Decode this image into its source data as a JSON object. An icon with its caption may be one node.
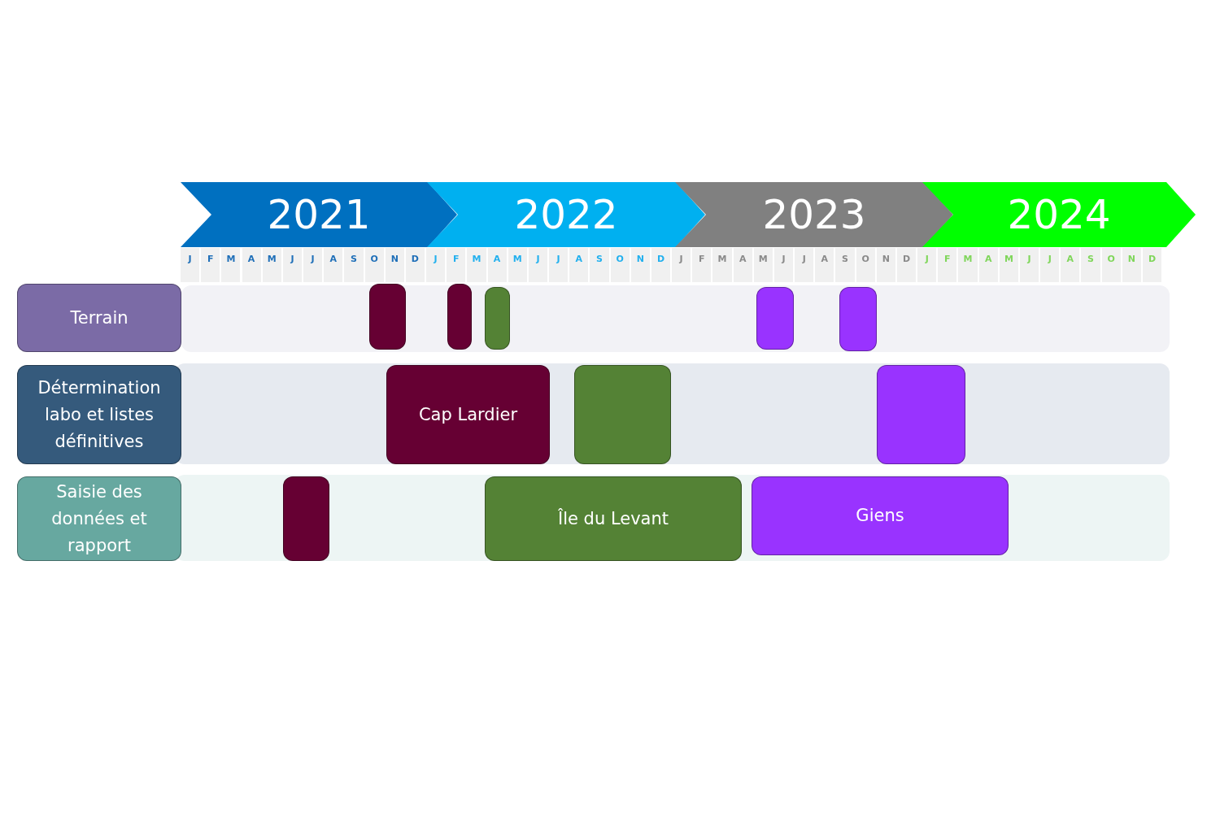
{
  "diagram": {
    "nodes": [
      {
        "text": [
          "2021"
        ]
      },
      {
        "text": [
          "2022"
        ]
      },
      {
        "text": [
          "2023"
        ]
      },
      {
        "text": [
          "2024"
        ]
      },
      {
        "text": [
          "Terrain"
        ]
      },
      {
        "text": [],
        "shape": "bar"
      },
      {
        "text": [],
        "shape": "bar"
      },
      {
        "text": [],
        "shape": "bar"
      },
      {
        "text": [],
        "shape": "bar"
      },
      {
        "text": [],
        "shape": "bar"
      },
      {
        "text": [
          "Détermination labo et listes définitives"
        ]
      },
      {
        "text": [
          "Cap Lardier"
        ]
      },
      {
        "text": [],
        "shape": "bar"
      },
      {
        "text": [],
        "shape": "bar"
      },
      {
        "text": [
          "Saisie des données et rapport"
        ]
      },
      {
        "text": [],
        "shape": "bar"
      },
      {
        "text": [
          "Île du Levant"
        ]
      },
      {
        "text": [
          "Giens"
        ]
      }
    ],
    "labels": [
      "J",
      "F",
      "M",
      "A",
      "M",
      "J",
      "J",
      "A",
      "S",
      "O",
      "N",
      "D",
      "J",
      "F",
      "M",
      "A",
      "M",
      "J",
      "J",
      "A",
      "S",
      "O",
      "N",
      "D",
      "J",
      "F",
      "M",
      "A",
      "M",
      "J",
      "J",
      "A",
      "S",
      "O",
      "N",
      "D",
      "J",
      "F",
      "M",
      "A",
      "M",
      "J",
      "J",
      "A",
      "S",
      "O",
      "N",
      "D"
    ]
  }
}
